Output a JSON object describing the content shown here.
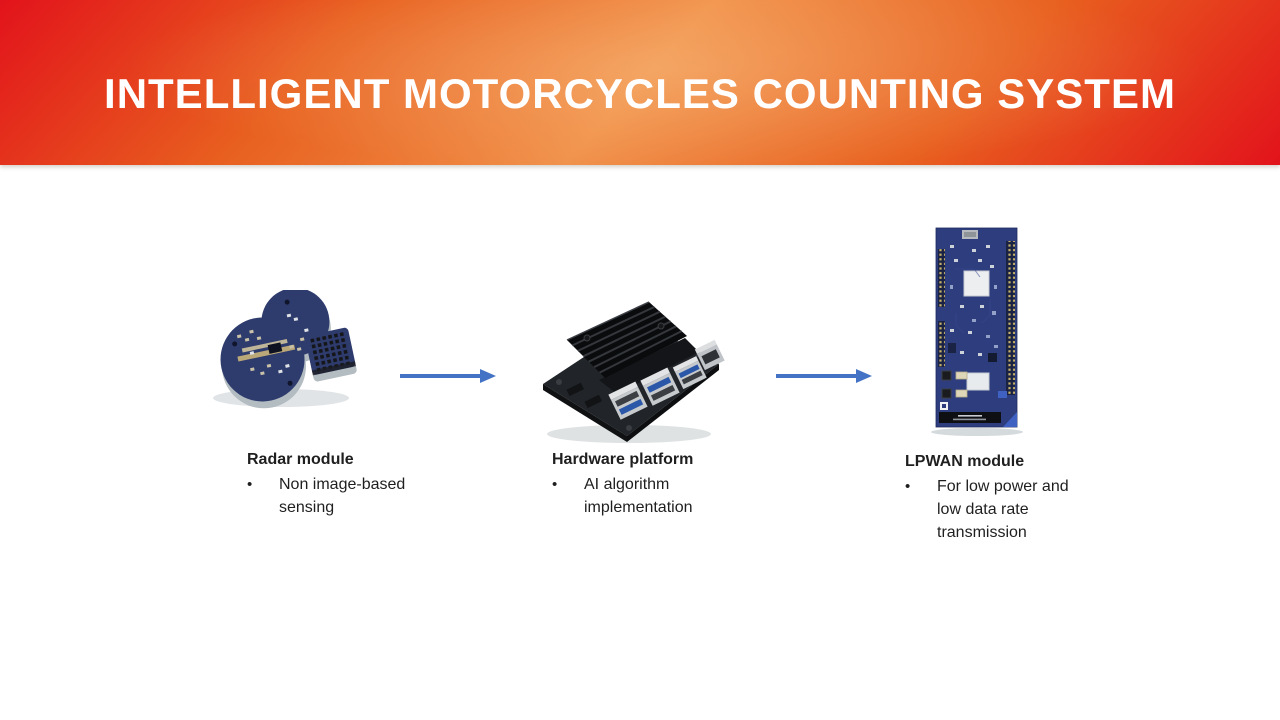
{
  "slide": {
    "title": "INTELLIGENT MOTORCYCLES COUNTING SYSTEM",
    "background_color": "#ffffff",
    "title_color": "#ffffff",
    "text_color": "#1f1f1f"
  },
  "banner": {
    "gradient_colors": [
      "#e2131b",
      "#e8601f",
      "#f0914a",
      "#e8601f",
      "#e2131b"
    ]
  },
  "arrow_color": "#4472C4",
  "bullet_char": "•",
  "components": [
    {
      "id": "radar-module",
      "title": "Radar module",
      "bullets": [
        "Non image-based\nsensing"
      ],
      "image": "radar-module-photo"
    },
    {
      "id": "hardware-platform",
      "title": "Hardware platform",
      "bullets": [
        "AI algorithm\nimplementation"
      ],
      "image": "jetson-style-board-photo"
    },
    {
      "id": "lpwan-module",
      "title": "LPWAN module",
      "bullets": [
        "For low power and\nlow data rate\ntransmission"
      ],
      "image": "lpwan-devkit-photo"
    }
  ],
  "arrows": [
    {
      "from": "radar-module",
      "to": "hardware-platform"
    },
    {
      "from": "hardware-platform",
      "to": "lpwan-module"
    }
  ]
}
